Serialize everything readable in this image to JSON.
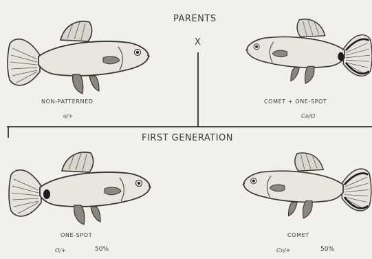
{
  "parents_heading": "PARENTS",
  "cross_symbol": "X",
  "first_generation_heading": "FIRST GENERATION",
  "parents": {
    "left": {
      "name": "NON-PATTERNED",
      "genotype": "o/+"
    },
    "right": {
      "name": "COMET + ONE-SPOT",
      "genotype": "Co/O"
    }
  },
  "offspring": {
    "left": {
      "name": "ONE-SPOT",
      "genotype": "O/+",
      "percent": "50%"
    },
    "right": {
      "name": "COMET",
      "genotype": "Co/+",
      "percent": "50%"
    }
  },
  "ink_color": "#3a3a3a",
  "paper_color": "#f2f0eb"
}
